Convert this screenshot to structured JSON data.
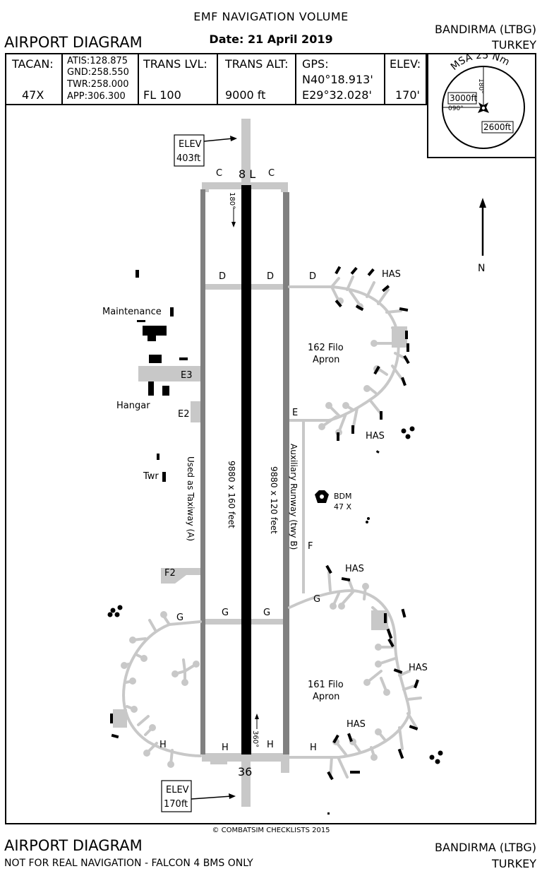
{
  "header": {
    "volume": "EMF NAVIGATION VOLUME",
    "date": "Date: 21 April 2019",
    "title": "AIRPORT DIAGRAM",
    "airport": "BANDIRMA (LTBG)",
    "country": "TURKEY"
  },
  "info": {
    "tacan_label": "TACAN:",
    "tacan_value": "47X",
    "atis": "ATIS:128.875",
    "gnd": "GND:258.550",
    "twr": "TWR:258.000",
    "app": "APP:306.300",
    "trans_lvl_label": "TRANS LVL:",
    "trans_lvl_value": "FL 100",
    "trans_alt_label": "TRANS ALT:",
    "trans_alt_value": "9000 ft",
    "gps_label": "GPS:",
    "gps_lat": "N40°18.913'",
    "gps_lon": "E29°32.028'",
    "elev_label": "ELEV:",
    "elev_value": "170'"
  },
  "msa": {
    "title": "MSA 25 Nm",
    "bearing_top": "180°",
    "bearing_left": "090°",
    "alt_north": "3000ft",
    "alt_south": "2600ft"
  },
  "diagram": {
    "north": "N",
    "elev_top_1": "ELEV",
    "elev_top_2": "403ft",
    "elev_bottom_1": "ELEV",
    "elev_bottom_2": "170ft",
    "rwy_top": "8 L",
    "rwy_bottom": "36",
    "hdg_180": "180°",
    "hdg_360": "360°",
    "main_rwy_dims": "9880 x 160 feet",
    "aux_rwy_dims": "9880 x 120 feet",
    "used_as_taxiway": "Used as Taxiway (A)",
    "aux_runway": "Auxiliary Runway (twy B)",
    "twy_c": "C",
    "twy_d": "D",
    "twy_e": "E",
    "twy_e2": "E2",
    "twy_e3": "E3",
    "twy_f": "F",
    "twy_f2": "F2",
    "twy_g": "G",
    "twy_h": "H",
    "has": "HAS",
    "apron_162_1": "162 Filo",
    "apron_162_2": "Apron",
    "apron_161_1": "161 Filo",
    "apron_161_2": "Apron",
    "maintenance": "Maintenance",
    "hangar": "Hangar",
    "twr": "Twr",
    "bdm_1": "BDM",
    "bdm_2": "47 X"
  },
  "footer": {
    "copyright": "© COMBATSIM CHECKLISTS 2015",
    "title": "AIRPORT DIAGRAM",
    "disclaimer": "NOT FOR REAL NAVIGATION - FALCON 4 BMS ONLY",
    "airport": "BANDIRMA (LTBG)",
    "country": "TURKEY"
  },
  "colors": {
    "runway": "#000000",
    "aux_runway": "#808080",
    "taxiway": "#c8c8c8",
    "ink": "#000000"
  }
}
